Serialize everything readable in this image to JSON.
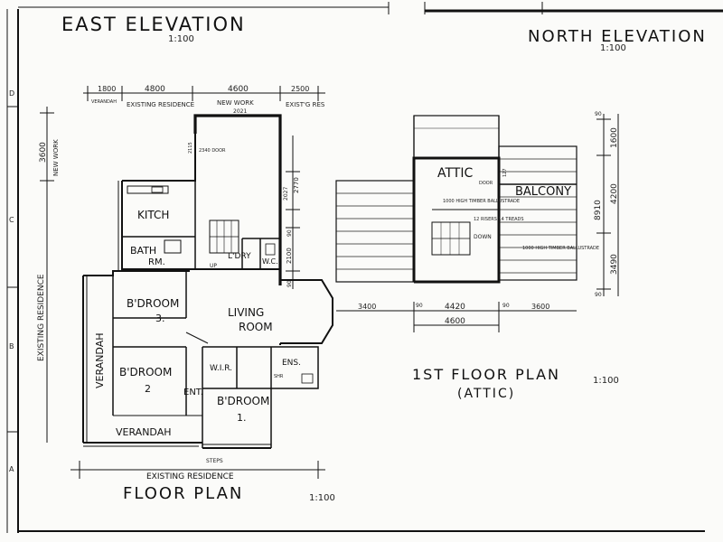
{
  "titles": {
    "east_elevation": "EAST ELEVATION",
    "east_scale": "1:100",
    "north_elevation": "NORTH ELEVATION",
    "north_scale": "1:100",
    "floor_plan": "FLOOR PLAN",
    "floor_scale": "1:100",
    "first_floor": "1ST FLOOR PLAN",
    "first_floor_scale": "1:100",
    "first_floor_sub": "(ATTIC)"
  },
  "border_letters": {
    "d": "D",
    "c": "C",
    "b": "B",
    "a": "A"
  },
  "ground_floor": {
    "dims_top": {
      "d1": "1800",
      "d2": "4800",
      "d3": "4600",
      "d4": "2500",
      "veranda": "VERANDAH",
      "existing": "EXISTING RESIDENCE",
      "new_work": "NEW WORK",
      "new_work_dim": "2021",
      "existing_res": "EXIST'G RES"
    },
    "dims_left": {
      "d1": "3600",
      "new_work": "NEW WORK",
      "existing": "EXISTING RESIDENCE"
    },
    "dims_right": {
      "d1": "2770",
      "d2": "2027",
      "d3": "90",
      "d4": "2100",
      "d5": "90"
    },
    "rooms": {
      "kitchen": "KITCH",
      "bath": "BATH",
      "bath2": "RM.",
      "laundry": "L'DRY",
      "wc": "W.C.",
      "bed3": "B'DROOM",
      "bed3_num": "3.",
      "living": "LIVING",
      "living2": "ROOM",
      "bed2": "B'DROOM",
      "bed2_num": "2",
      "wir": "W.I.R.",
      "ens": "ENS.",
      "ent": "ENT.",
      "bed1": "B'DROOM",
      "bed1_num": "1.",
      "verandah": "VERANDAH",
      "verandah_side": "VERANDAH",
      "up": "UP",
      "steps": "STEPS",
      "shr": "SHR",
      "door": "2340 DOOR",
      "small1": "2115"
    },
    "bottom": "EXISTING RESIDENCE"
  },
  "attic": {
    "attic": "ATTIC",
    "balcony": "BALCONY",
    "timber1": "1000 HIGH TIMBER BALLUSTRADE",
    "timber2": "1000 HIGH TIMBER BALLUSTRADE",
    "risers": "12 RISERS 14 TREADS",
    "down": "DOWN",
    "door": "DOOR",
    "dim_right_1": "1600",
    "dim_right_2": "4200",
    "dim_right_3": "3490",
    "dim_right_total": "8910",
    "dim_right_a": "90",
    "dim_right_b": "90",
    "dim_bottom_1": "3400",
    "dim_bottom_2": "90",
    "dim_bottom_3": "4420",
    "dim_bottom_4": "90",
    "dim_bottom_5": "3600",
    "dim_bottom_total": "4600",
    "small_127": "127"
  }
}
